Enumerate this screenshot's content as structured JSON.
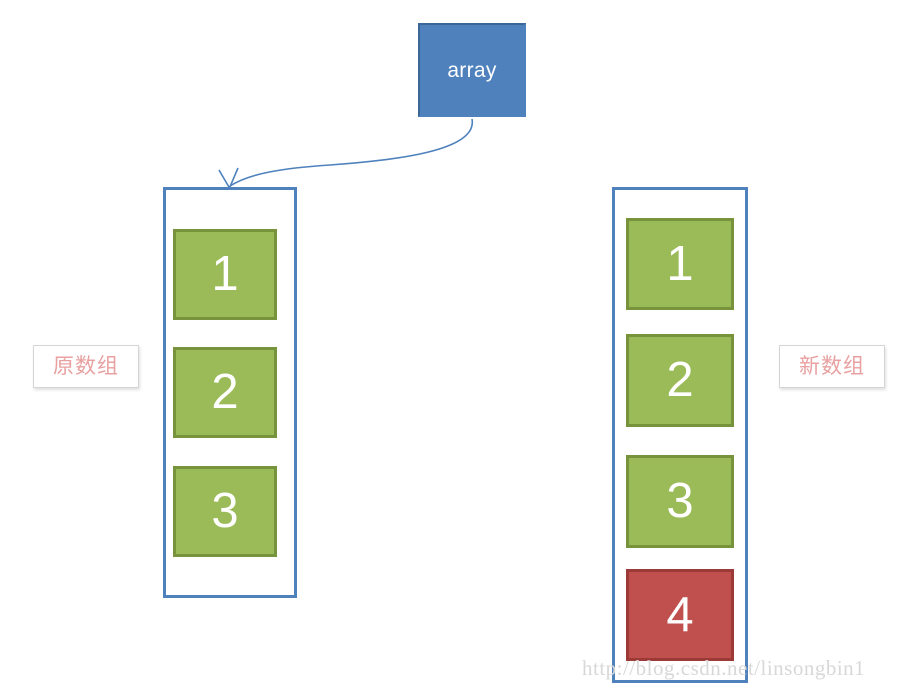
{
  "diagram": {
    "variable_box": {
      "label": "array",
      "fill_color": "#4F81BD",
      "text_color": "#FFFFFF"
    },
    "arrow": {
      "name": "array-pointer-arrow",
      "color": "#4F81BD",
      "from": "array",
      "to": "original-array-container"
    },
    "original_array": {
      "annotation": "原数组",
      "border_color": "#4F81BD",
      "cells": [
        {
          "value": "1",
          "color": "#9BBB59",
          "state": "existing"
        },
        {
          "value": "2",
          "color": "#9BBB59",
          "state": "existing"
        },
        {
          "value": "3",
          "color": "#9BBB59",
          "state": "existing"
        }
      ]
    },
    "new_array": {
      "annotation": "新数组",
      "border_color": "#4F81BD",
      "cells": [
        {
          "value": "1",
          "color": "#9BBB59",
          "state": "copied"
        },
        {
          "value": "2",
          "color": "#9BBB59",
          "state": "copied"
        },
        {
          "value": "3",
          "color": "#9BBB59",
          "state": "copied"
        },
        {
          "value": "4",
          "color": "#C0504D",
          "state": "added"
        }
      ]
    },
    "annotation_text_color": "#E8A0A0"
  },
  "watermark": {
    "text": "http://blog.csdn.net/linsongbin1",
    "color": "#D8D8D8"
  }
}
